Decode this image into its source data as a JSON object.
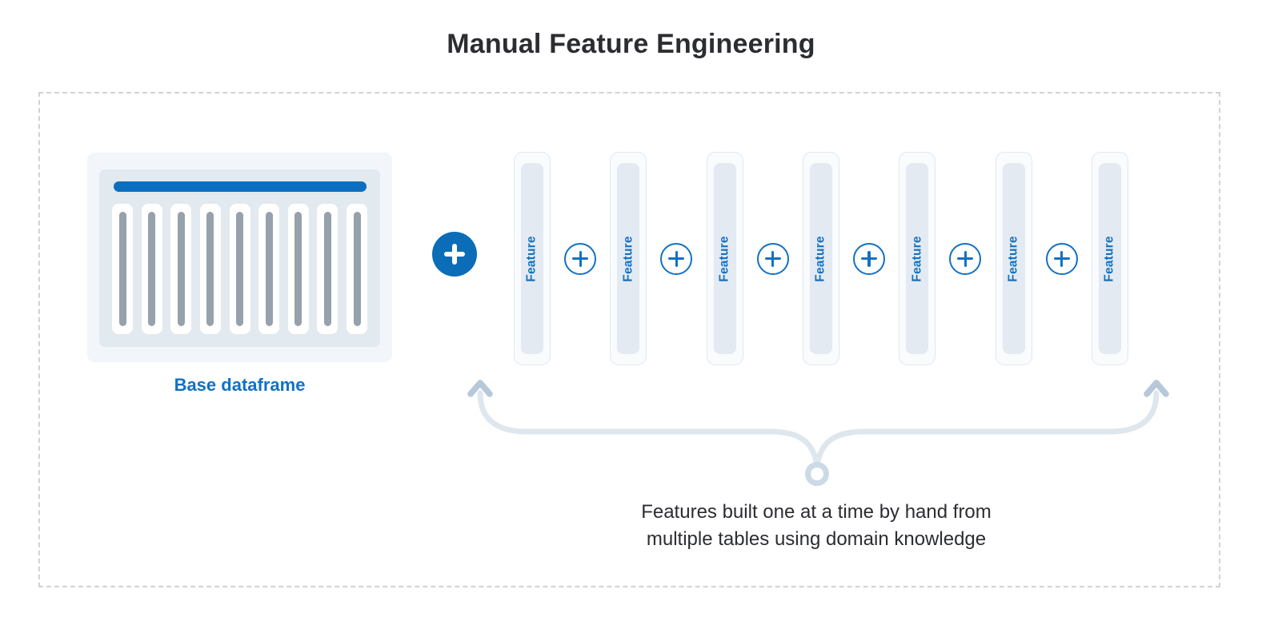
{
  "title": "Manual Feature Engineering",
  "base_dataframe": {
    "label": "Base dataframe",
    "column_count": 9
  },
  "feature_chain": {
    "features": [
      {
        "label": "Feature"
      },
      {
        "label": "Feature"
      },
      {
        "label": "Feature"
      },
      {
        "label": "Feature"
      },
      {
        "label": "Feature"
      },
      {
        "label": "Feature"
      },
      {
        "label": "Feature"
      }
    ],
    "icons": {
      "main_operator": "plus-icon",
      "between_operator": "plus-icon"
    }
  },
  "caption": {
    "line1": "Features built one at a time by hand from",
    "line2": "multiple tables using domain knowledge"
  },
  "colors": {
    "accent_blue": "#0b6fc0",
    "text_blue": "#1271c3",
    "circle_blue": "#0b6cb8",
    "title_text": "#2b2d31",
    "pill_border": "#dfe8f0",
    "pill_bg": "#f9fbfd",
    "pill_inner": "#e3eaf1",
    "frame_outer": "#f2f6fa",
    "frame_inner": "#e2e9ef",
    "column_bar": "#96a1ab",
    "brace": "#dfe7ee",
    "brace_dark": "#b7c8da",
    "ring": "#ccd9e6",
    "dashed_border": "#cfd2d6"
  }
}
